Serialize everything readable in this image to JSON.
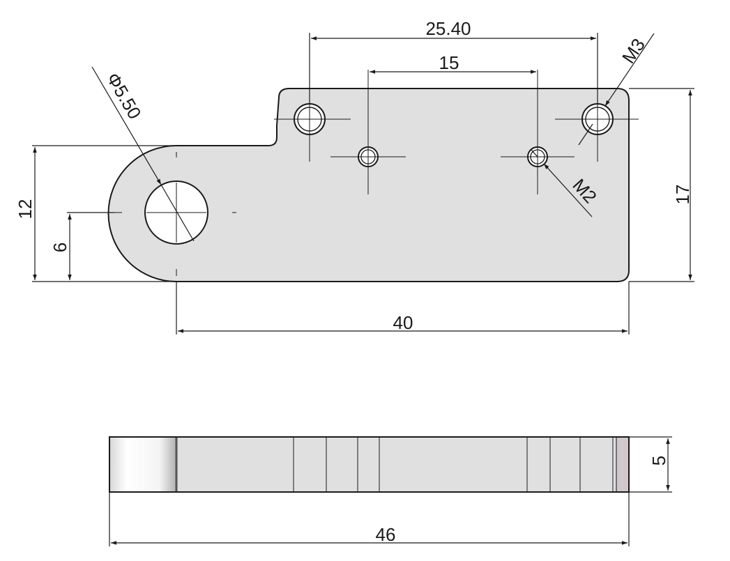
{
  "drawing": {
    "top_view": {
      "dim_25_40": "25.40",
      "dim_15": "15",
      "dim_m3": "M3",
      "dim_phi_5_50": "Φ5.50",
      "dim_m2": "M2",
      "dim_12": "12",
      "dim_6": "6",
      "dim_17": "17",
      "dim_40": "40"
    },
    "side_view": {
      "dim_5": "5",
      "dim_46": "46"
    }
  },
  "colors": {
    "part_fill": "#e0e0e0",
    "line": "#1a1a1a"
  }
}
